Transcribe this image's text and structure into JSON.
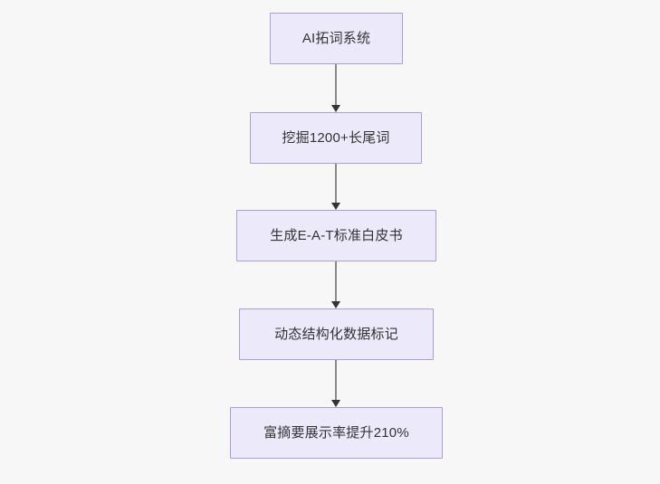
{
  "diagram": {
    "type": "flowchart",
    "orientation": "top-to-bottom",
    "background_color": "#f7f7f8",
    "node_fill_color": "#ece9fb",
    "node_border_color": "#b09ad8",
    "node_text_color": "#333333",
    "edge_line_color": "#8a8a8a",
    "edge_arrow_color": "#333333",
    "nodes": [
      {
        "id": "n0",
        "label": "AI拓词系统"
      },
      {
        "id": "n1",
        "label": "挖掘1200+长尾词"
      },
      {
        "id": "n2",
        "label": "生成E-A-T标准白皮书"
      },
      {
        "id": "n3",
        "label": "动态结构化数据标记"
      },
      {
        "id": "n4",
        "label": "富摘要展示率提升210%"
      }
    ],
    "edges": [
      {
        "from": "n0",
        "to": "n1",
        "label": ""
      },
      {
        "from": "n1",
        "to": "n2",
        "label": ""
      },
      {
        "from": "n2",
        "to": "n3",
        "label": ""
      },
      {
        "from": "n3",
        "to": "n4",
        "label": ""
      }
    ]
  }
}
